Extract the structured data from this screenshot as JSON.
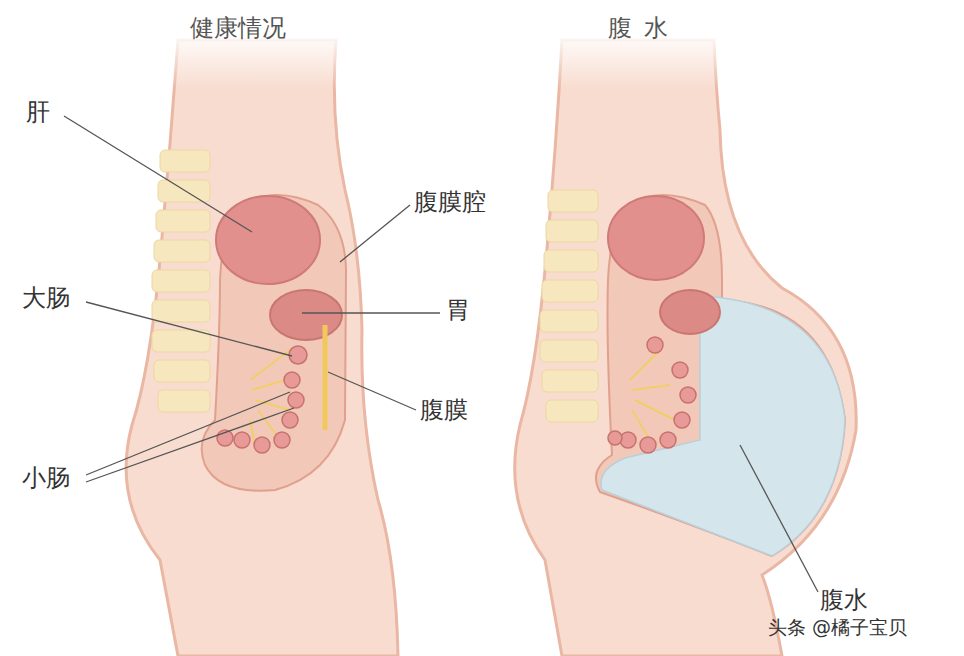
{
  "diagram": {
    "labels": [
      "健康情况",
      "腹水",
      "肝",
      "腹膜腔",
      "大肠",
      "胃",
      "腹膜",
      "小肠",
      "腹水",
      "头条 @橘子宝贝"
    ]
  }
}
